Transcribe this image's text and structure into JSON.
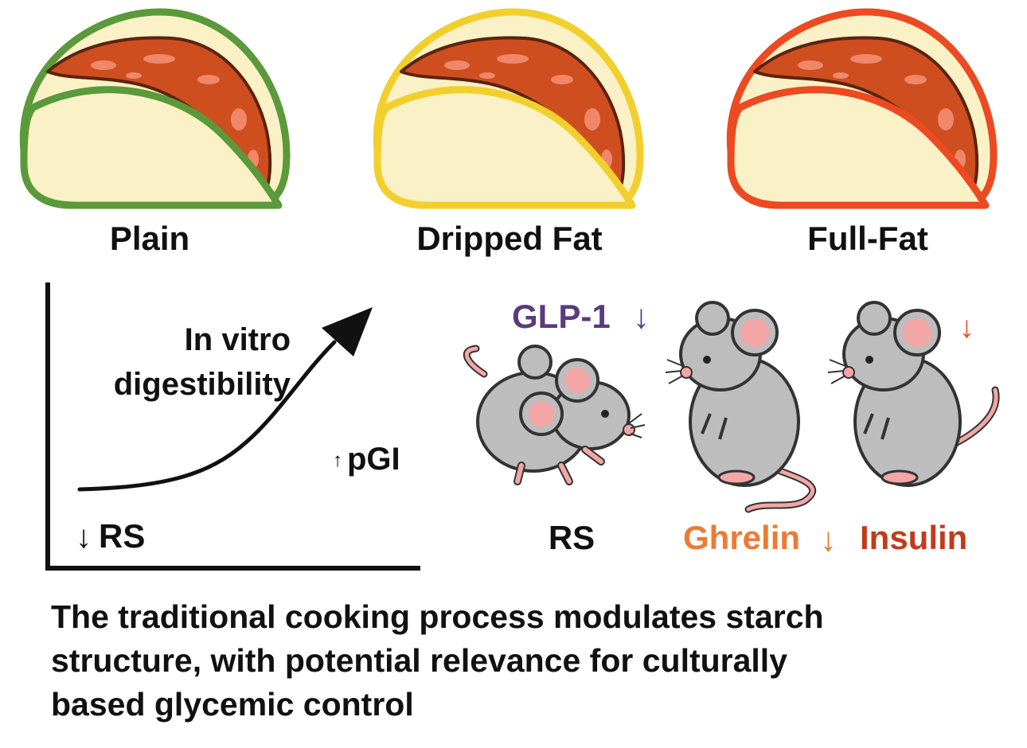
{
  "tacos": [
    {
      "label": "Plain",
      "outline_color": "#5a9a3a"
    },
    {
      "label": "Dripped Fat",
      "outline_color": "#f2cf2c"
    },
    {
      "label": "Full-Fat",
      "outline_color": "#ec4a22"
    }
  ],
  "graph": {
    "curve_label_line1": "In vitro",
    "curve_label_line2": "digestibility",
    "pgi_arrow": "↑",
    "pgi_label": "pGI",
    "rs_arrow": "↓",
    "rs_label": "RS"
  },
  "mice": {
    "glp1_label": "GLP-1",
    "glp1_arrow": "↓",
    "rs_label": "RS",
    "ghrelin_label": "Ghrelin",
    "ghrelin_arrow": "↓",
    "insulin_label": "Insulin",
    "insulin_arrow": "↓"
  },
  "colors": {
    "glp1": "#5c3a7e",
    "ghrelin": "#ee7a34",
    "insulin": "#c23b1a",
    "mouse_body": "#bdbdbd",
    "mouse_ear_inner": "#f4a6a6",
    "tortilla": "#fbf1c6",
    "filling": "#cf4e1f"
  },
  "caption": {
    "line1": "The traditional cooking process modulates starch",
    "line2": "structure, with potential relevance for culturally",
    "line3": "based glycemic control"
  }
}
